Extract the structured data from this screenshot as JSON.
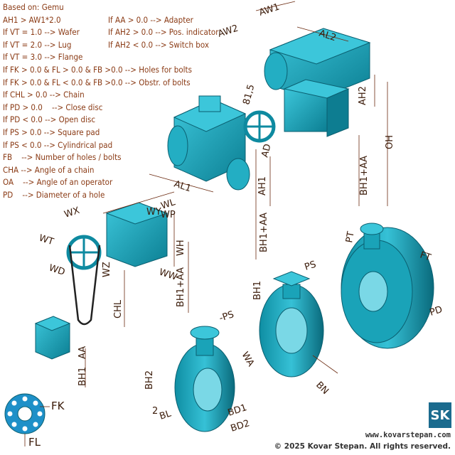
{
  "rules_col1": [
    "Based on: Gemu",
    "AH1 > AW1*2.0",
    "If VT = 1.0 --> Wafer",
    "If VT = 2.0 --> Lug",
    "If VT = 3.0 --> Flange",
    "If FK > 0.0 & FL > 0.0 & FB >0.0 --> Holes for bolts",
    "If FK > 0.0 & FL < 0.0 & FB >0.0 --> Obstr. of bolts",
    "If CHL > 0.0 --> Chain",
    "If PD > 0.0    --> Close disc",
    "If PD < 0.0 --> Open disc",
    "If PS > 0.0 --> Square pad",
    "If PS < 0.0 --> Cylindrical pad",
    "FB    --> Number of holes / bolts",
    "CHA --> Angle of a chain",
    "OA    --> Angle of an operator",
    "PD    --> Diameter of a hole"
  ],
  "rules_col2": [
    "If AA > 0.0 --> Adapter",
    "If AH2 > 0.0 --> Pos. indicator",
    "If AH2 < 0.0 --> Switch box"
  ],
  "dims": {
    "aw1": "AW1",
    "aw2": "AW2",
    "al2": "AL2",
    "ah2": "AH2",
    "oh": "OH",
    "bh1aa_a": "BH1+AA",
    "al1": "AL1",
    "ah1": "AH1",
    "a815": "81,5",
    "ad": "AD",
    "wl": "WL",
    "wx": "WX",
    "wy": "WY",
    "wp": "WP",
    "wt": "WT",
    "wd": "WD",
    "wz": "WZ",
    "ww": "WW",
    "wh": "WH",
    "bh1aa_b": "BH1+AA",
    "bh1aa_c": "BH1+AA",
    "chl": "CHL",
    "pt": "PT",
    "ft": "FT",
    "pd": "PD",
    "ps": "PS",
    "bh1": "BH1",
    "mps": "-PS",
    "wa": "WA",
    "bn": "BN",
    "bh2": "BH2",
    "bl": "BL",
    "two": "2",
    "bd1": "BD1",
    "bd2": "BD2",
    "aa": "AA",
    "fk": "FK",
    "fl": "FL"
  },
  "footer": {
    "url": "www.kovarstepan.com",
    "copyright": "© 2025 Kovar Stepan. All rights reserved.",
    "logo": "SK"
  },
  "colors": {
    "part": "#1aa3b8",
    "part_dark": "#0b6f82",
    "text": "#8a3a14",
    "flange": "#1e90c8"
  }
}
